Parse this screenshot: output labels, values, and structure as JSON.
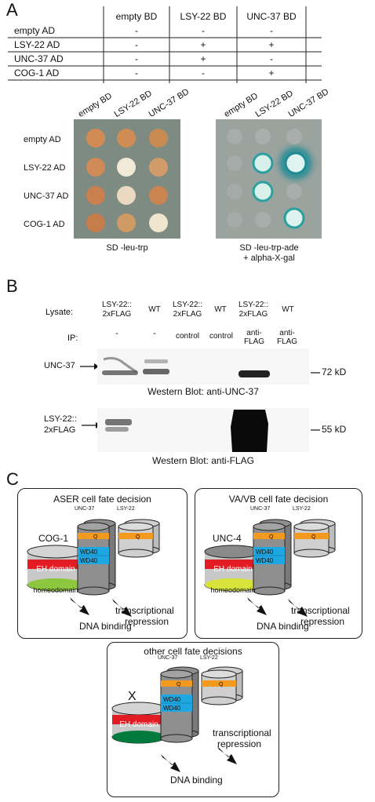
{
  "panel_a": {
    "letter": "A",
    "table": {
      "columns": [
        "empty BD",
        "LSY-22 BD",
        "UNC-37 BD"
      ],
      "rows": [
        {
          "label": "empty AD",
          "cells": [
            "-",
            "-",
            "-"
          ]
        },
        {
          "label": "LSY-22 AD",
          "cells": [
            "-",
            "+",
            "+"
          ]
        },
        {
          "label": "UNC-37 AD",
          "cells": [
            "-",
            "+",
            "-"
          ]
        },
        {
          "label": "COG-1 AD",
          "cells": [
            "-",
            "-",
            "+"
          ]
        }
      ]
    },
    "plate_left": {
      "columns": [
        "empty BD",
        "LSY-22 BD",
        "UNC-37 BD"
      ],
      "rows": [
        "empty AD",
        "LSY-22 AD",
        "UNC-37 AD",
        "COG-1 AD"
      ],
      "caption": "SD -leu-trp",
      "bg_color": "#7f8c84"
    },
    "plate_right": {
      "columns": [
        "empty BD",
        "LSY-22 BD",
        "UNC-37 BD"
      ],
      "caption_line1": "SD -leu-trp-ade",
      "caption_line2": "+ alpha-X-gal",
      "bg_color": "#9aa29e"
    }
  },
  "panel_b": {
    "letter": "B",
    "lysate_label": "Lysate:",
    "ip_label": "IP:",
    "lanes": [
      {
        "lysate_1": "LSY-22::",
        "lysate_2": "2xFLAG",
        "ip": "-"
      },
      {
        "lysate_1": "WT",
        "lysate_2": "",
        "ip": "-"
      },
      {
        "lysate_1": "LSY-22::",
        "lysate_2": "2xFLAG",
        "ip": "control"
      },
      {
        "lysate_1": "WT",
        "lysate_2": "",
        "ip": "control"
      },
      {
        "lysate_1": "LSY-22::",
        "lysate_2": "2xFLAG",
        "ip": "anti-FLAG"
      },
      {
        "lysate_1": "WT",
        "lysate_2": "",
        "ip": "anti-FLAG"
      }
    ],
    "blot1": {
      "band_label": "UNC-37",
      "marker": "72 kD",
      "caption": "Western Blot: anti-UNC-37"
    },
    "blot2": {
      "band_label_1": "LSY-22::",
      "band_label_2": "2xFLAG",
      "marker": "55 kD",
      "caption": "Western Blot: anti-FLAG"
    }
  },
  "panel_c": {
    "letter": "C",
    "box1": {
      "title": "ASER cell fate decision",
      "factor": "COG-1"
    },
    "box2": {
      "title": "VA/VB cell fate decision",
      "factor": "UNC-4"
    },
    "box3": {
      "title": "other cell fate decisions",
      "factor": "X"
    },
    "unc37": "UNC-37",
    "lsy22": "LSY-22",
    "q": "Q",
    "wd40": "WD40",
    "eh": "EH domain",
    "homeo": "homeodomain",
    "repression_1": "transcriptional",
    "repression_2": "repression",
    "dna": "DNA binding",
    "colors": {
      "orange": "#f39a1e",
      "blue": "#1ea7e1",
      "red": "#e31b23",
      "green_cog": "#8dc63f",
      "green_unc4": "#d7e23b",
      "green_x": "#007a3d"
    }
  }
}
